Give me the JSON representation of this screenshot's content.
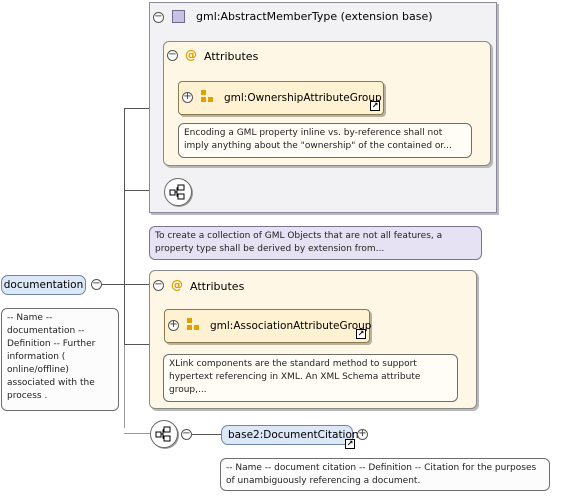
{
  "nodes": {
    "documentation": {
      "label": "documentation",
      "note": "-- Name -- documentation -- Definition -- Further information ( online/offline) associated with the process ."
    },
    "abstract_member": {
      "label": "gml:AbstractMemberType (extension base)",
      "note": "To create a collection of GML Objects that are not all features, a property type shall be derived by extension from..."
    },
    "attributes_1": {
      "label": "Attributes",
      "group_label": "gml:OwnershipAttributeGroup",
      "note": "Encoding a GML property inline vs. by-reference shall not imply anything about the \"ownership\" of the contained or..."
    },
    "attributes_2": {
      "label": "Attributes",
      "group_label": "gml:AssociationAttributeGroup",
      "note": "XLink components are the standard method to support hypertext referencing in XML. An XML Schema attribute group,..."
    },
    "document_citation": {
      "label": "base2:DocumentCitation",
      "note": "-- Name -- document citation -- Definition -- Citation for the purposes of unambiguously referencing a document."
    }
  },
  "icons": {
    "collapse": "−",
    "expand": "+",
    "attribute_at": "@",
    "external_link": "↗"
  },
  "colors": {
    "element_fill": "#dce8f8",
    "type_panel": "#f2f2f4",
    "attribute_panel": "#fff7e6",
    "group_icon": "#e0a000",
    "type_icon": "#c7c2e4"
  }
}
